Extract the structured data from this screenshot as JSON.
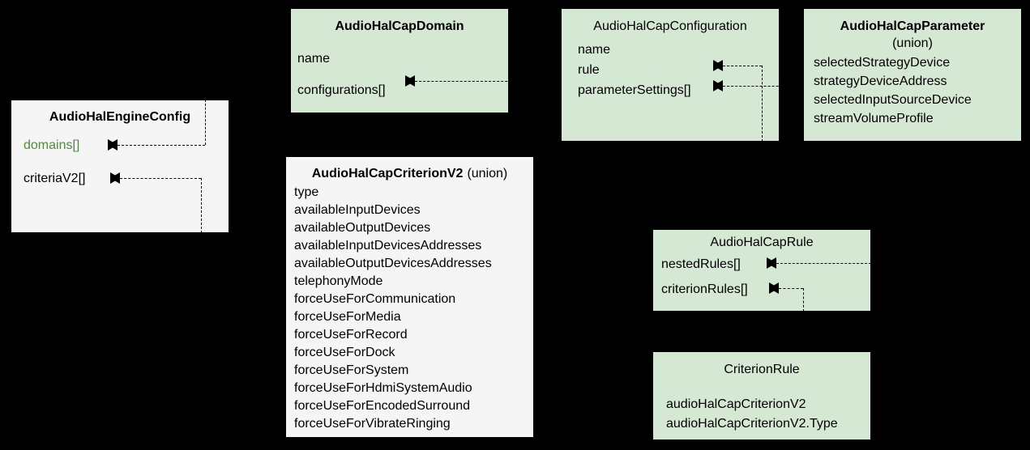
{
  "diagram": {
    "type": "uml-class-diagram",
    "background": "#000000",
    "colors": {
      "green_fill": "#d5e8d4",
      "gray_fill": "#f5f5f5",
      "stroke": "#000000",
      "green_text": "#4f8a3d"
    }
  },
  "boxes": {
    "engine_config": {
      "title": "AudioHalEngineConfig",
      "fields": [
        {
          "label": "domains[]",
          "color": "green"
        },
        {
          "label": "criteriaV2[]",
          "color": "black"
        }
      ]
    },
    "cap_domain": {
      "title": "AudioHalCapDomain",
      "fields": [
        {
          "label": "name"
        },
        {
          "label": "configurations[]"
        }
      ]
    },
    "cap_configuration": {
      "title": "AudioHalCapConfiguration",
      "fields": [
        {
          "label": "name"
        },
        {
          "label": "rule"
        },
        {
          "label": "parameterSettings[]"
        }
      ]
    },
    "cap_parameter": {
      "title": "AudioHalCapParameter",
      "title_suffix": "(union)",
      "fields": [
        {
          "label": "selectedStrategyDevice"
        },
        {
          "label": "strategyDeviceAddress"
        },
        {
          "label": "selectedInputSourceDevice"
        },
        {
          "label": "streamVolumeProfile"
        }
      ]
    },
    "cap_criterion_v2": {
      "title": "AudioHalCapCriterionV2",
      "title_suffix": "(union)",
      "fields": [
        {
          "label": "type"
        },
        {
          "label": "availableInputDevices"
        },
        {
          "label": "availableOutputDevices"
        },
        {
          "label": "availableInputDevicesAddresses"
        },
        {
          "label": "availableOutputDevicesAddresses"
        },
        {
          "label": "telephonyMode"
        },
        {
          "label": "forceUseForCommunication"
        },
        {
          "label": "forceUseForMedia"
        },
        {
          "label": "forceUseForRecord"
        },
        {
          "label": "forceUseForDock"
        },
        {
          "label": "forceUseForSystem"
        },
        {
          "label": "forceUseForHdmiSystemAudio"
        },
        {
          "label": "forceUseForEncodedSurround"
        },
        {
          "label": "forceUseForVibrateRinging"
        }
      ]
    },
    "cap_rule": {
      "title": "AudioHalCapRule",
      "fields": [
        {
          "label": "nestedRules[]"
        },
        {
          "label": "criterionRules[]"
        }
      ]
    },
    "criterion_rule": {
      "title": "CriterionRule",
      "fields": [
        {
          "label": "audioHalCapCriterionV2"
        },
        {
          "label": "audioHalCapCriterionV2.Type"
        }
      ]
    }
  }
}
